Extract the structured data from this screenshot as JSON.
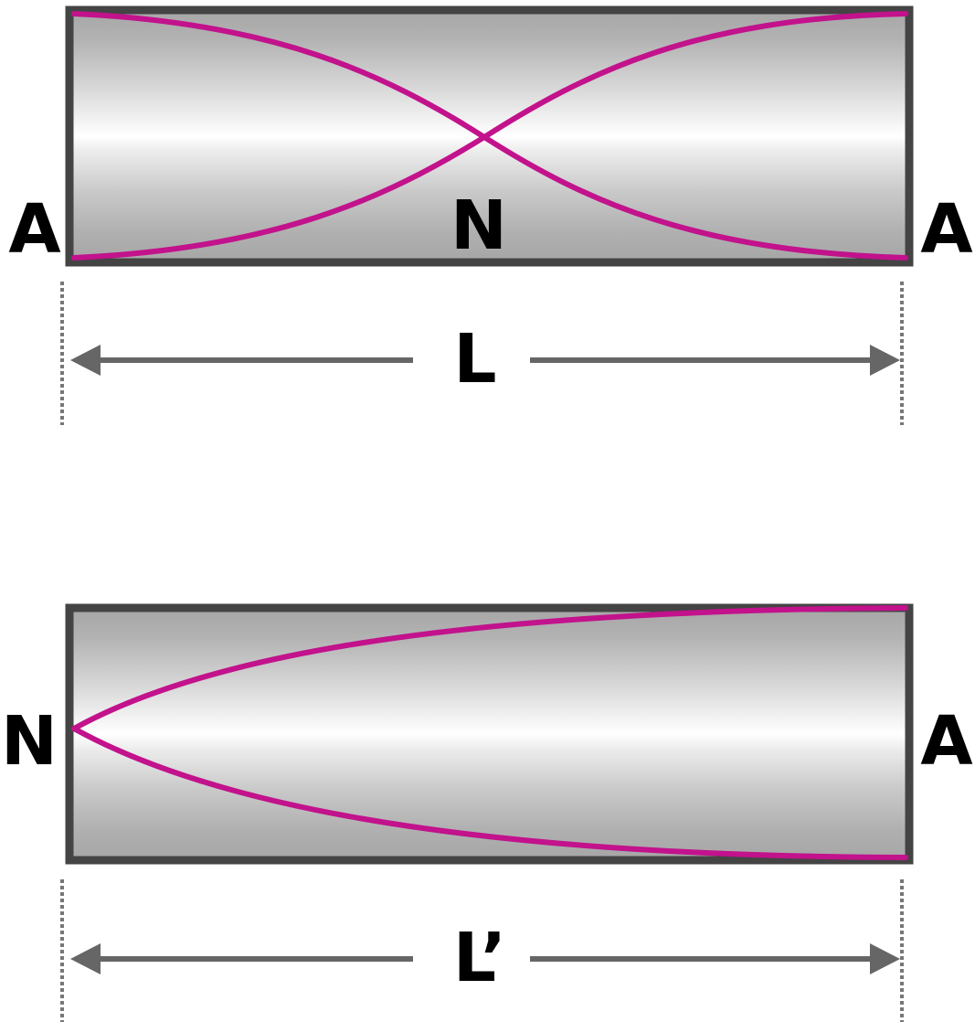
{
  "colors": {
    "tube_border": "#444444",
    "tube_gradient_dark": "#a6a6a6",
    "tube_gradient_light": "#ffffff",
    "wave": "#c2128c",
    "dimension_arrow": "#666666",
    "label": "#000000"
  },
  "top_pipe": {
    "left_end_label": "A",
    "middle_label": "N",
    "right_end_label": "A",
    "length_label": "L"
  },
  "bottom_pipe": {
    "left_end_label": "N",
    "right_end_label": "A",
    "length_label": "L’"
  }
}
